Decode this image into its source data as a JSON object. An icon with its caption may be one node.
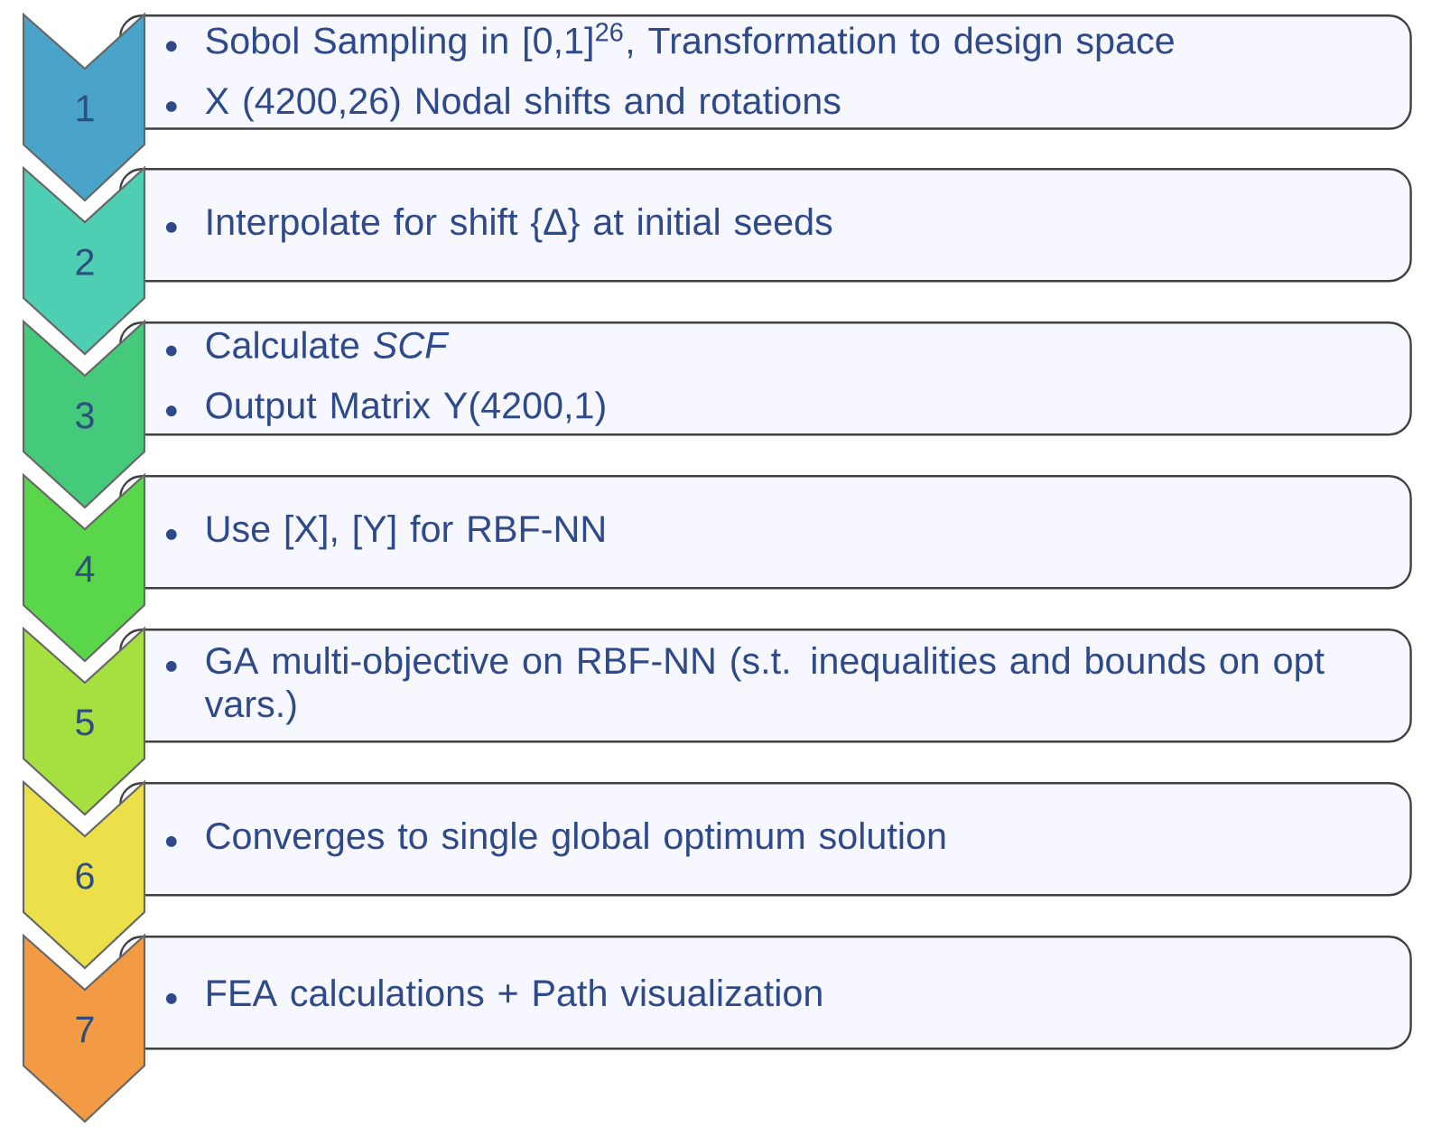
{
  "diagram": {
    "nodes": [
      {
        "text": [
          "1"
        ]
      },
      {
        "text": [
          "Sobol Sampling in [0,1]$^{26}$, Transformation to design space",
          "X (4200,26) Nodal shifts and rotations"
        ]
      },
      {
        "text": [
          "2"
        ]
      },
      {
        "text": [
          "Interpolate for shift {Δ} at initial seeds"
        ]
      },
      {
        "text": [
          "3"
        ]
      },
      {
        "text": [
          "Calculate *SCF*",
          "Output Matrix Y(4200,1)"
        ]
      },
      {
        "text": [
          "4"
        ]
      },
      {
        "text": [
          "Use [X], [Y] for RBF-NN"
        ]
      },
      {
        "text": [
          "5"
        ]
      },
      {
        "text": [
          "GA multi-objective on RBF-NN (s.t. inequalities and bounds on opt vars.)"
        ]
      },
      {
        "text": [
          "6"
        ]
      },
      {
        "text": [
          "Converges to single global optimum solution"
        ]
      },
      {
        "text": [
          "7"
        ]
      },
      {
        "text": [
          "FEA calculations + Path visualization"
        ]
      }
    ]
  }
}
